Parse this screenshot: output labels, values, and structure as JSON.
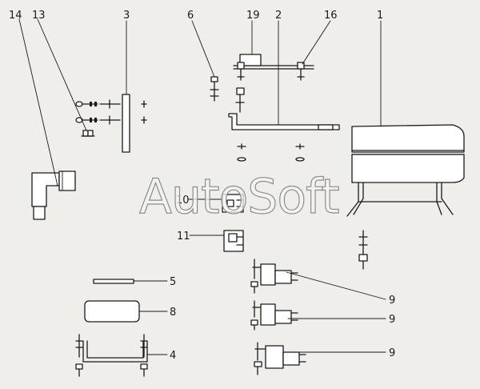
{
  "callouts": [
    {
      "id": "14",
      "label": "14"
    },
    {
      "id": "13",
      "label": "13"
    },
    {
      "id": "3",
      "label": "3"
    },
    {
      "id": "6",
      "label": "6"
    },
    {
      "id": "19",
      "label": "19"
    },
    {
      "id": "2",
      "label": "2"
    },
    {
      "id": "16",
      "label": "16"
    },
    {
      "id": "1",
      "label": "1"
    },
    {
      "id": "10",
      "label": "10"
    },
    {
      "id": "11",
      "label": "11"
    },
    {
      "id": "5",
      "label": "5"
    },
    {
      "id": "8",
      "label": "8"
    },
    {
      "id": "4",
      "label": "4"
    },
    {
      "id": "9a",
      "label": "9"
    },
    {
      "id": "9b",
      "label": "9"
    },
    {
      "id": "9c",
      "label": "9"
    }
  ],
  "watermark": {
    "text": "AutoSoft"
  },
  "colors": {
    "line": "#1a1a1a",
    "paper": "#efeeea",
    "watermark_stroke": "#8d8d8d"
  }
}
